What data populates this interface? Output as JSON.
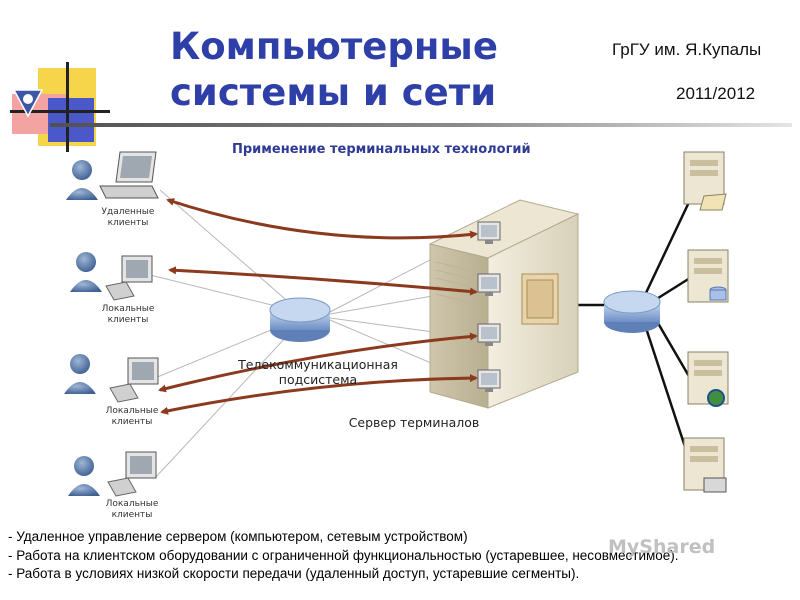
{
  "header": {
    "title_line1": "Компьютерные",
    "title_line2": "системы и сети",
    "university": "ГрГУ им. Я.Купалы",
    "year": "2011/2012"
  },
  "diagram": {
    "subtitle": "Применение терминальных технологий",
    "clients": [
      {
        "line1": "Удаленные",
        "line2": "клиенты"
      },
      {
        "line1": "Локальные",
        "line2": "клиенты"
      },
      {
        "line1": "Локальные",
        "line2": "клиенты"
      },
      {
        "line1": "Локальные",
        "line2": "клиенты"
      }
    ],
    "telecom_line1": "Телекоммуникационная",
    "telecom_line2": "подсистема",
    "server_label": "Сервер терминалов"
  },
  "bullets": [
    "- Удаленное управление сервером (компьютером, сетевым устройством)",
    "- Работа на клиентском оборудовании с ограниченной функциональностью (устаревшее, несовместимое).",
    "- Работа в условиях низкой скорости передачи (удаленный доступ, устаревшие сегменты)."
  ],
  "watermark": "MyShared",
  "colors": {
    "title": "#2f3fa8",
    "subtitle": "#2e3a96",
    "arrow": "#8b3a1e",
    "hub": "#8fb0dc"
  }
}
